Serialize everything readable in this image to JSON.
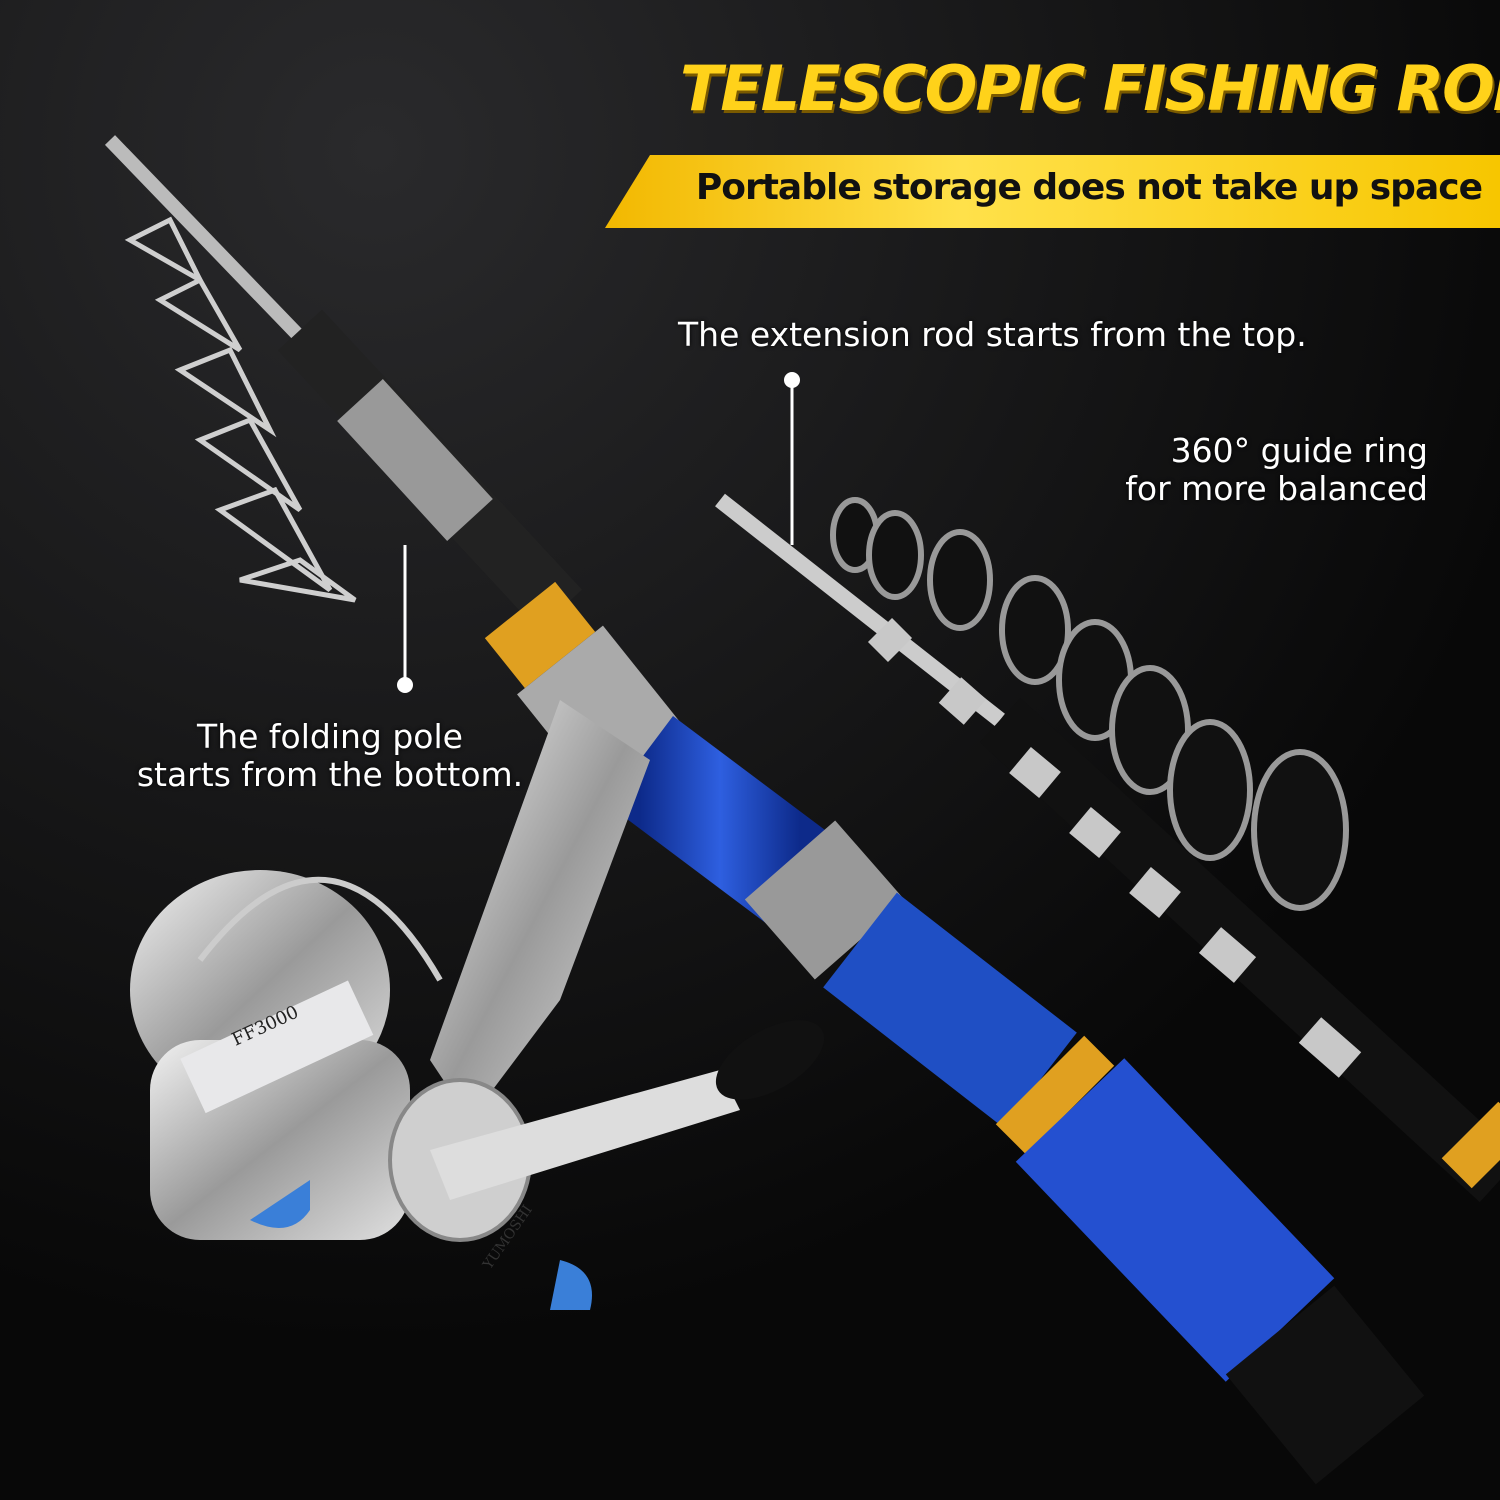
{
  "header": {
    "title": "TELESCOPIC FISHING ROD",
    "banner": "Portable storage does not take up space"
  },
  "callouts": {
    "extension": "The extension rod starts from the top.",
    "guide_ring": [
      "360° guide ring",
      "for more balanced"
    ],
    "folding": [
      "The folding pole",
      "starts from the bottom."
    ]
  },
  "reel": {
    "model": "FF3000",
    "brand": "YUMOSHI"
  },
  "colors": {
    "accent": "#ffd21a",
    "background": "#0c0c0d",
    "handle": "#1f4fc4",
    "trim": "#e0a020"
  }
}
